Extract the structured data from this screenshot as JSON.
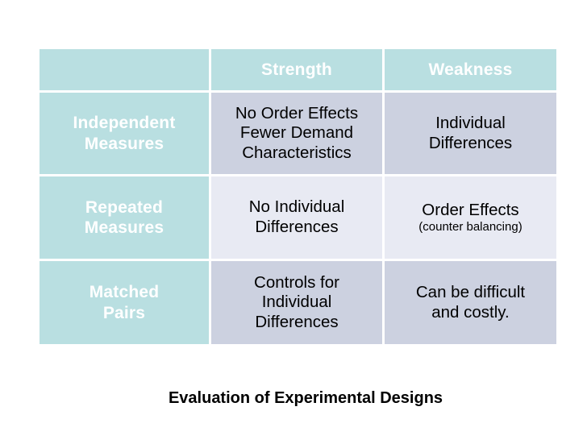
{
  "caption": "Evaluation of Experimental Designs",
  "table": {
    "corner_label": "",
    "columns": [
      {
        "key": "label",
        "header": ""
      },
      {
        "key": "strength",
        "header": "Strength"
      },
      {
        "key": "weakness",
        "header": "Weakness"
      }
    ],
    "rows": [
      {
        "tone": "dark",
        "label_line1": "Independent",
        "label_line2": "Measures",
        "strength_line1": "No Order Effects",
        "strength_line2": "Fewer Demand",
        "strength_line3": "Characteristics",
        "weakness_line1": "Individual",
        "weakness_line2": "Differences",
        "weakness_sub": ""
      },
      {
        "tone": "light",
        "label_line1": "Repeated",
        "label_line2": "Measures",
        "strength_line1": "No Individual",
        "strength_line2": "Differences",
        "strength_line3": "",
        "weakness_line1": "Order Effects",
        "weakness_line2": "",
        "weakness_sub": "(counter balancing)"
      },
      {
        "tone": "dark",
        "label_line1": "Matched",
        "label_line2": "Pairs",
        "strength_line1": "Controls for",
        "strength_line2": "Individual",
        "strength_line3": "Differences",
        "weakness_line1": "Can be difficult",
        "weakness_line2": "and costly.",
        "weakness_sub": ""
      }
    ]
  },
  "colors": {
    "header_teal": "#b9dfe1",
    "cell_dark": "#ccd1e0",
    "cell_light": "#e8eaf3",
    "header_text": "#ffffff",
    "body_text": "#000000",
    "background": "#ffffff"
  }
}
